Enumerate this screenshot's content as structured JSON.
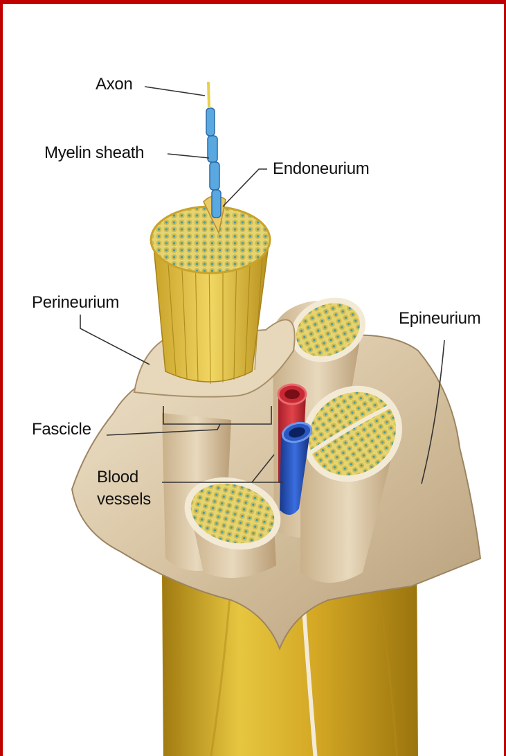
{
  "labels": {
    "axon": "Axon",
    "myelin_sheath": "Myelin sheath",
    "endoneurium": "Endoneurium",
    "perineurium": "Perineurium",
    "epineurium": "Epineurium",
    "fascicle": "Fascicle",
    "blood_vessels_line1": "Blood",
    "blood_vessels_line2": "vessels"
  },
  "colors": {
    "frame": "#c00000",
    "nerve_fiber": "#e2c23e",
    "connective_tissue": "#d9c7a6",
    "artery": "#d8343c",
    "vein": "#2a5bc8",
    "myelin": "#5aa8e0",
    "leader_line": "#333333"
  }
}
